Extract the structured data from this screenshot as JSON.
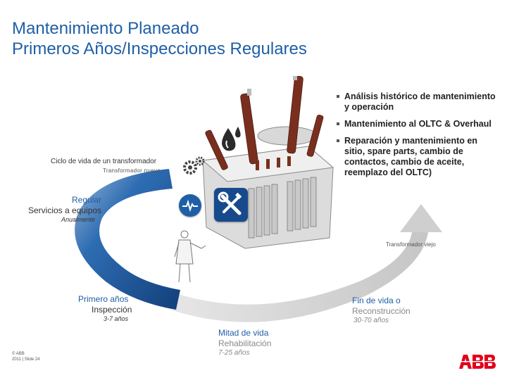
{
  "title": {
    "line1": "Mantenimiento Planeado",
    "line2": "Primeros Años/Inspecciones Regulares"
  },
  "bullets": [
    "Análisis histórico de mantenimiento y operación",
    "Mantenimiento al OLTC & Overhaul",
    "Reparación y mantenimiento en sitio, spare parts, cambio de contactos, cambio de aceite, reemplazo del OLTC)"
  ],
  "cycle": {
    "label": "Ciclo de vida de un transformador",
    "new_label": "Transformador nuevo",
    "old_label": "Transformador viejo"
  },
  "stages": {
    "regular": {
      "title": "Regular",
      "subtitle": "Servicios a equipos",
      "period": "Anualmente"
    },
    "first_years": {
      "title": "Primero años",
      "subtitle": "Inspección",
      "period": "3-7 años"
    },
    "mid_life": {
      "title": "Mitad de vida",
      "subtitle": "Rehabilitación",
      "period": "7-25 años"
    },
    "end_of_life": {
      "title": "Fin de vida o",
      "subtitle": "Reconstrucción",
      "period": "30-70 años"
    }
  },
  "icons": {
    "monitor": "pulse-monitor-icon",
    "tools": "wrench-screwdriver-icon",
    "oil_drops": "oil-drops-icon",
    "gears": "gears-icon"
  },
  "footer": {
    "copyright": "© ABB",
    "slide": "2011 | Slide 24"
  },
  "logo": "ABB",
  "colors": {
    "title_blue": "#1f5fa6",
    "arrow_dark_blue": "#174a8c",
    "abb_red": "#e2001a"
  }
}
